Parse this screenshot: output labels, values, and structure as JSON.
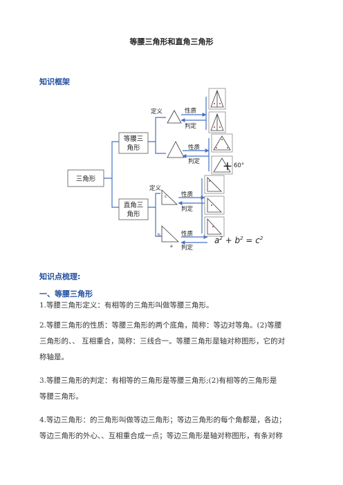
{
  "doc": {
    "title": "等腰三角形和直角三角形",
    "section_framework": "知识框架",
    "section_points": "知识点梳理:",
    "section_1": "一、等腰三角形"
  },
  "diagram": {
    "root": "三角形",
    "isosceles": [
      "等腰三",
      "角形"
    ],
    "right": [
      "直角三",
      "角形"
    ],
    "def": "定义",
    "prop": "性质",
    "judge": "判定",
    "angle60": "60°",
    "plus": "＋",
    "side_a": "a",
    "side_b": "b",
    "side_c": "c"
  },
  "paragraphs": [
    [
      "1.等腰三角形定义：有相等的三角形叫做等腰三角形。"
    ],
    [
      "2.等腰三角形的性质：等腰三角形的两个底角，简称：等边对等角。(2)等腰",
      "三角形的、、 互相重合，简称：三线合一。等腰三角形是轴对称图形，它的对",
      "称轴是。"
    ],
    [
      "3.等腰三角形的判定：有相等的三角形是等腰三角形;(2)有相等的三角形是",
      "等腰三角形。"
    ],
    [
      "4.等边三角形：的三角形叫做等边三角形；等边三角形的每个角都是，各边；",
      "等边三角形的外心、、互相重合成一点；等边三角形是轴对称图形，有条对称"
    ]
  ]
}
